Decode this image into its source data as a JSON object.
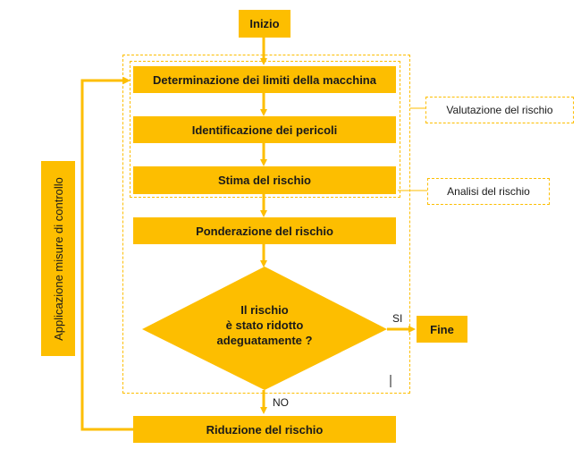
{
  "start": "Inizio",
  "steps": {
    "limits": "Determinazione dei limiti della macchina",
    "hazards": "Identificazione dei pericoli",
    "estimation": "Stima del rischio",
    "weighting": "Ponderazione del rischio",
    "reduction": "Riduzione del rischio"
  },
  "decision": {
    "line1": "Il rischio",
    "line2": "è stato ridotto",
    "line3": "adeguatamente ?",
    "yes": "SI",
    "no": "NO"
  },
  "end": "Fine",
  "annotations": {
    "evaluation": "Valutazione del rischio",
    "analysis": "Analisi del rischio"
  },
  "loop_label": "Applicazione misure di controllo",
  "colors": {
    "accent": "#FDBE00",
    "text": "#1a1a1a"
  }
}
